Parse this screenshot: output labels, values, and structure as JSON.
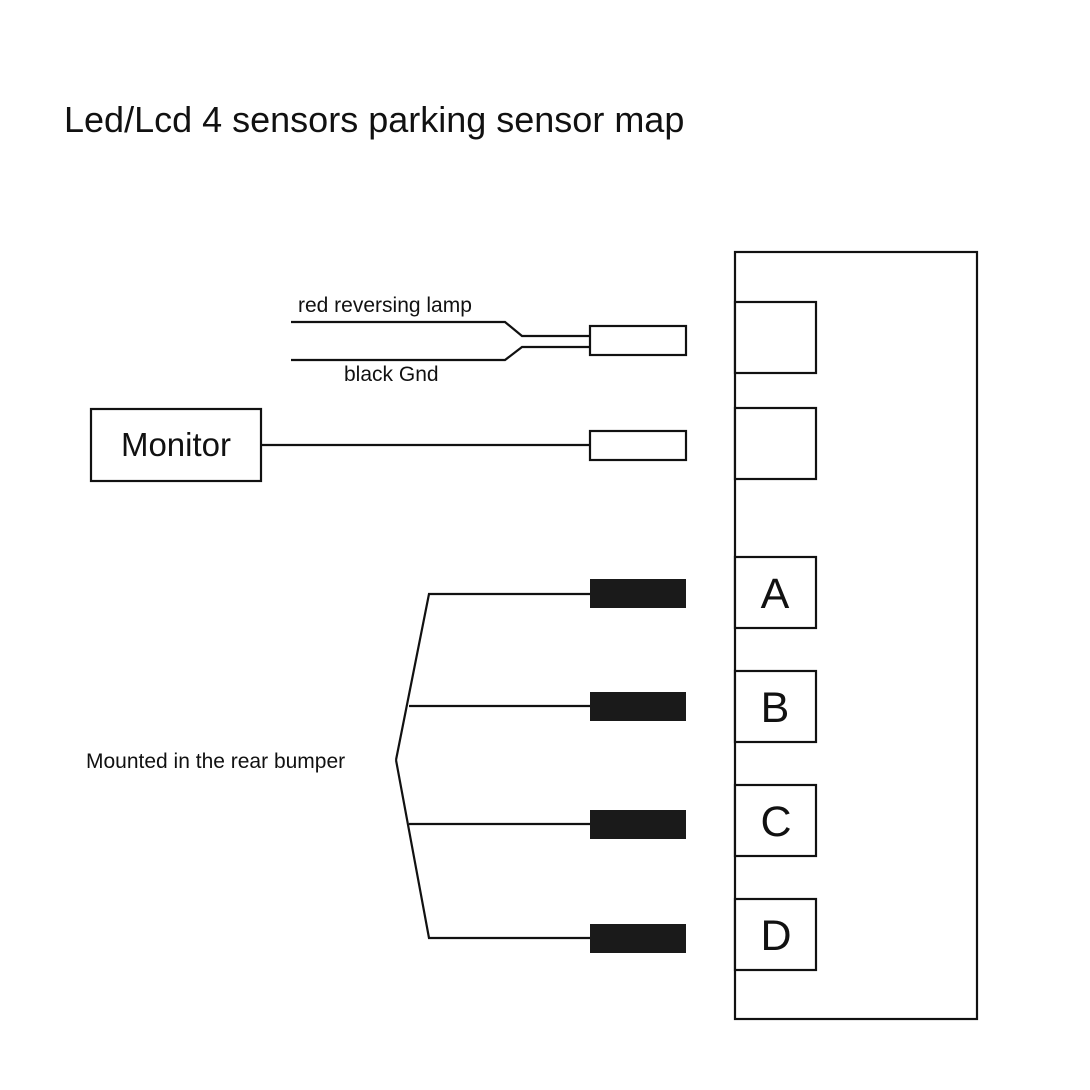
{
  "title": "Led/Lcd 4 sensors parking sensor map",
  "power_wires": {
    "red_label": "red reversing lamp",
    "black_label": "black Gnd"
  },
  "monitor": {
    "label": "Monitor"
  },
  "sensors": {
    "group_label": "Mounted in the rear bumper",
    "ports": [
      "A",
      "B",
      "C",
      "D"
    ]
  },
  "colors": {
    "line": "#111111",
    "sensor_plug_fill": "#1a1a1a",
    "background": "#ffffff"
  }
}
